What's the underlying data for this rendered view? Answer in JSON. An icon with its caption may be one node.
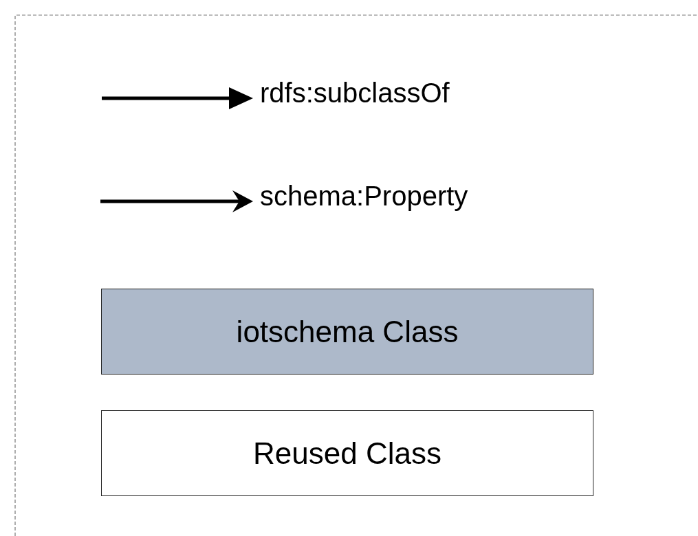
{
  "diagram": {
    "legend": [
      {
        "text": "rdfs:subclassOf"
      },
      {
        "text": "schema:Property"
      },
      {
        "text": "iotschema Class",
        "color": "#adb9ca"
      },
      {
        "text": "Reused Class",
        "color": "#ffffff"
      }
    ]
  }
}
